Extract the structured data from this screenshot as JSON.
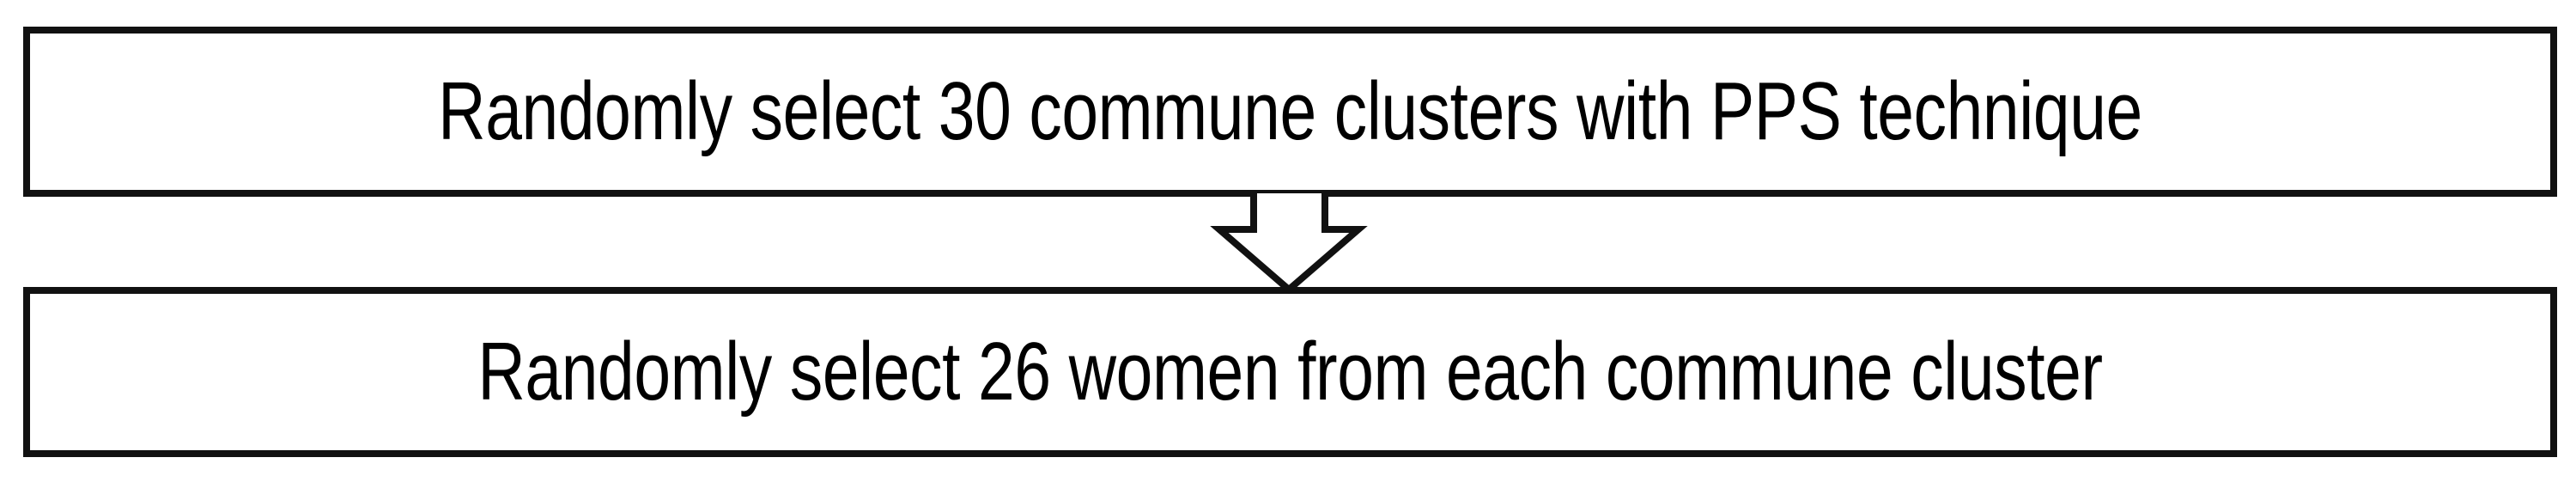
{
  "diagram": {
    "type": "flowchart",
    "orientation": "vertical",
    "background_color": "#ffffff",
    "stroke_color": "#111111",
    "text_color": "#000000",
    "nodes": [
      {
        "id": "step-1",
        "label": "Randomly select 30 commune clusters with PPS technique"
      },
      {
        "id": "step-2",
        "label": "Randomly select 26 women from each commune cluster"
      }
    ],
    "connector": {
      "id": "connector-down",
      "kind": "block-arrow-down",
      "from": "step-1",
      "to": "step-2"
    }
  }
}
